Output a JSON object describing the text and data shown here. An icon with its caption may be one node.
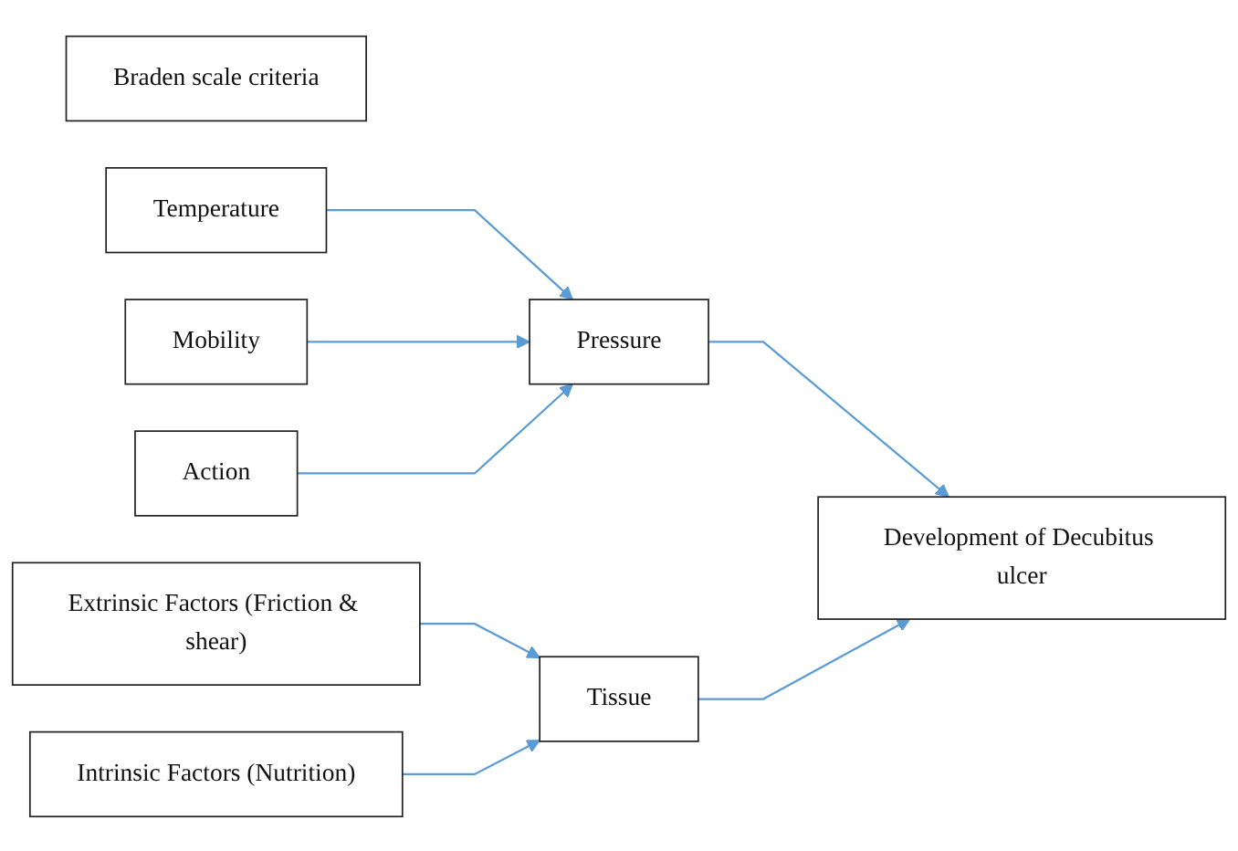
{
  "diagram": {
    "nodes": [
      {
        "text": [
          "Braden scale criteria"
        ]
      },
      {
        "text": [
          "Temperature"
        ]
      },
      {
        "text": [
          "Mobility"
        ]
      },
      {
        "text": [
          "Action"
        ]
      },
      {
        "text": [
          "Extrinsic Factors (Friction & shear)"
        ]
      },
      {
        "text": [
          "Intrinsic Factors (Nutrition)"
        ]
      },
      {
        "text": [
          "Pressure"
        ]
      },
      {
        "text": [
          "Tissue"
        ]
      },
      {
        "text": [
          "Development of Decubitus ulcer"
        ]
      }
    ],
    "edges": [
      {
        "from": 1,
        "to": 6,
        "arrow": "to"
      },
      {
        "from": 2,
        "to": 6,
        "arrow": "to"
      },
      {
        "from": 3,
        "to": 6,
        "arrow": "to"
      },
      {
        "from": 4,
        "to": 7,
        "arrow": "to"
      },
      {
        "from": 5,
        "to": 7,
        "arrow": "to"
      },
      {
        "from": 6,
        "to": 8,
        "arrow": "to"
      },
      {
        "from": 7,
        "to": 8,
        "arrow": "to"
      }
    ]
  }
}
